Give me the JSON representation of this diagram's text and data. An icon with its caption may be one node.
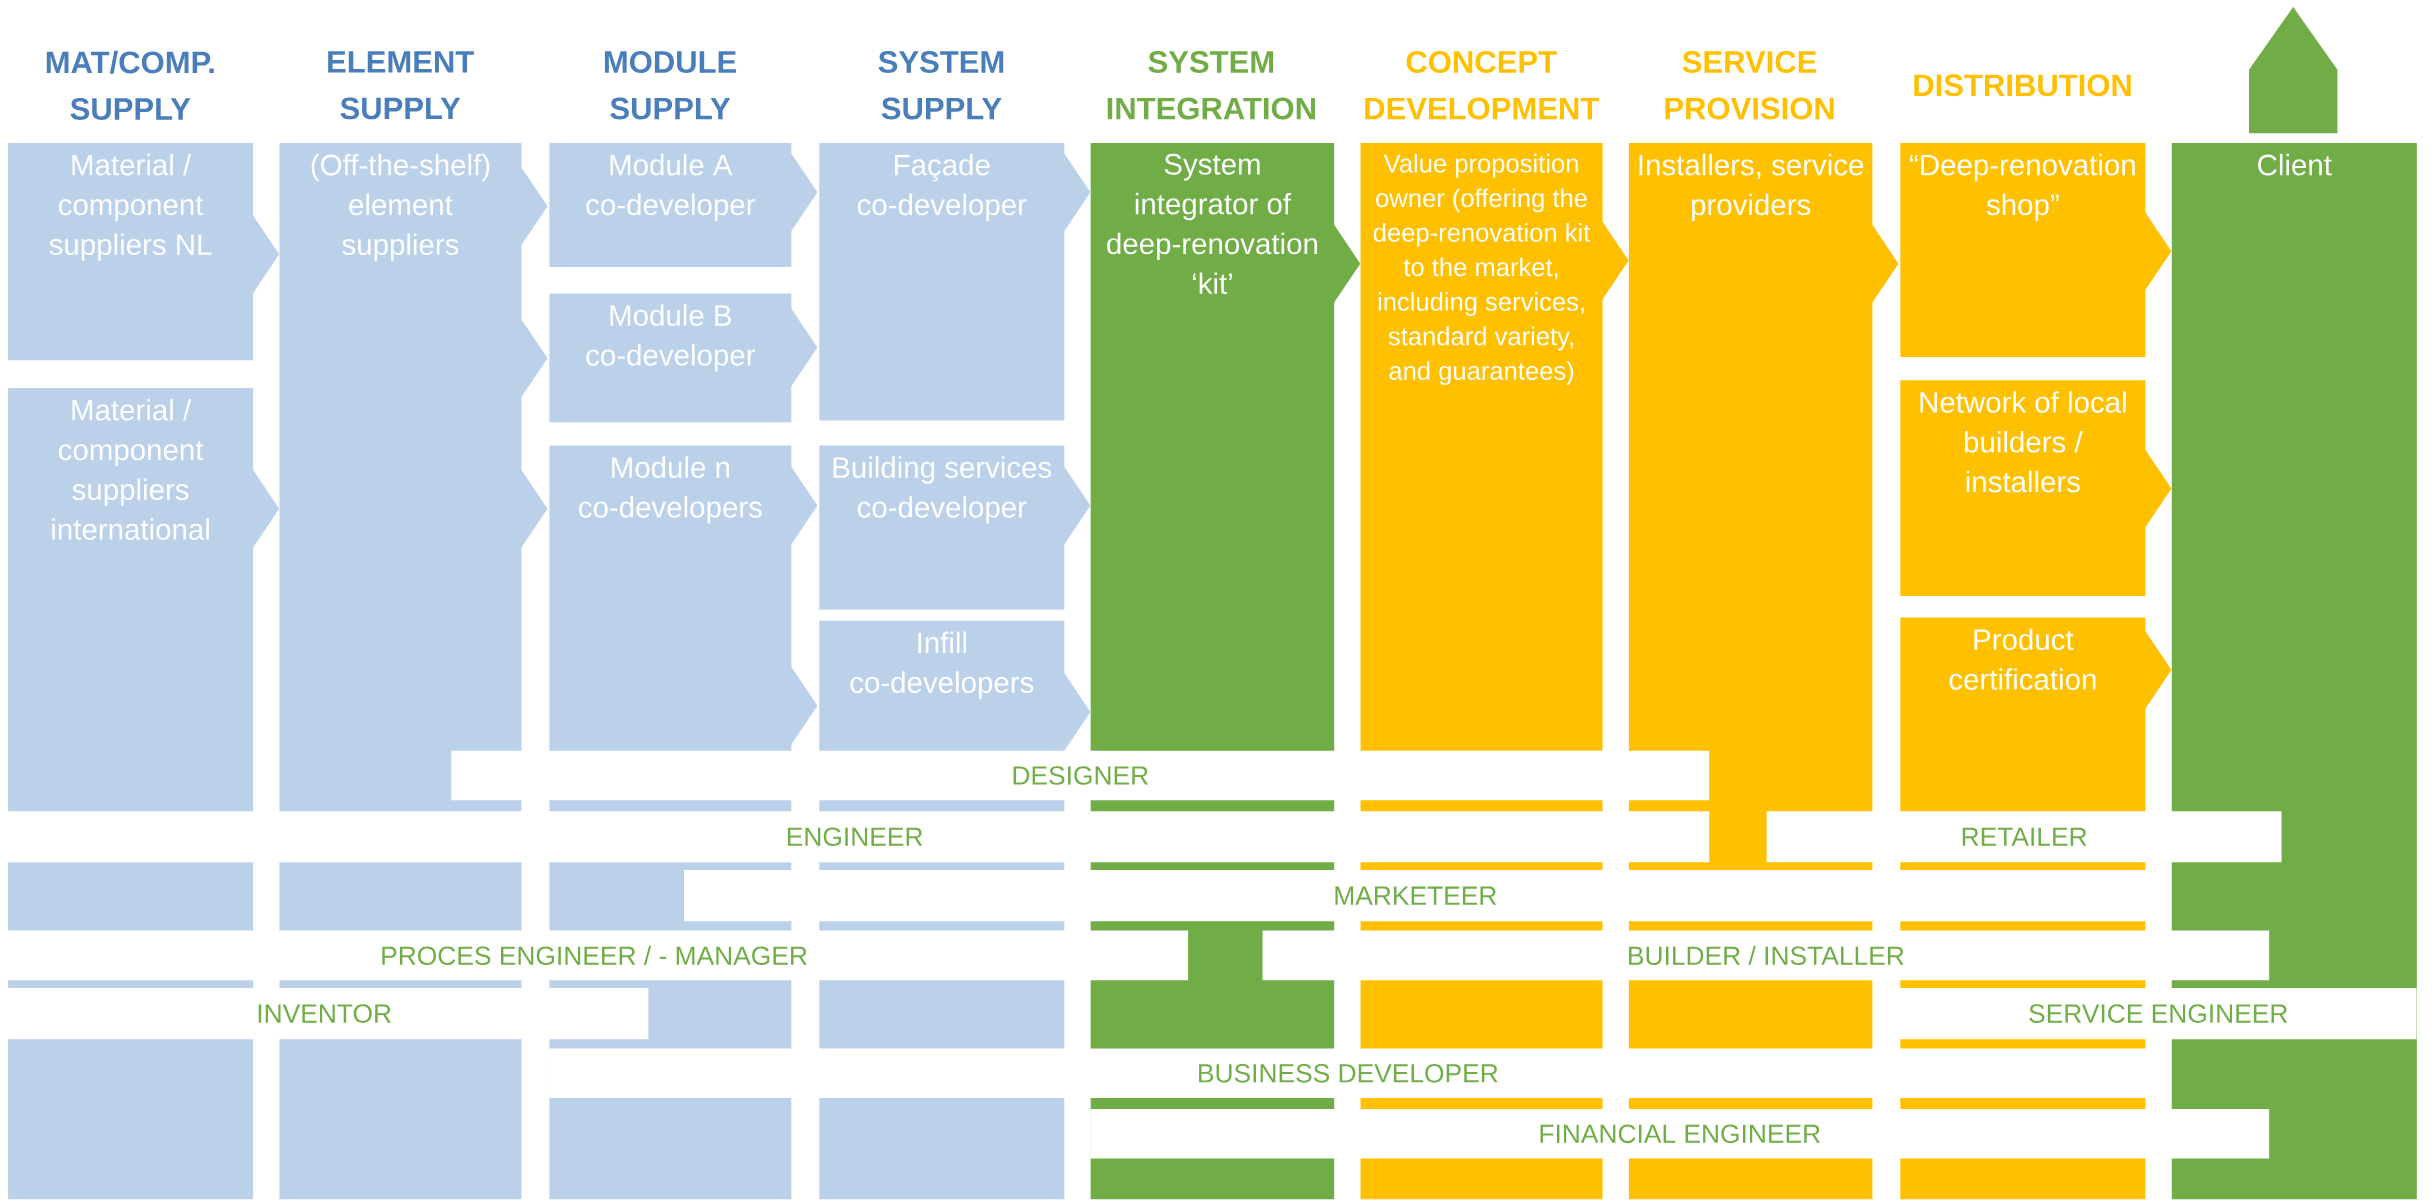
{
  "diagram": {
    "nodes": [
      {
        "text": [
          "Material / component suppliers NL"
        ]
      },
      {
        "text": [
          "Material / component suppliers international"
        ]
      },
      {
        "text": [
          "(Off-the-shelf) element suppliers"
        ]
      },
      {
        "text": [
          "Module A co-developer"
        ]
      },
      {
        "text": [
          "Module B co-developer"
        ]
      },
      {
        "text": [
          "Module n co-developers"
        ]
      },
      {
        "text": [
          "Façade co-developer"
        ]
      },
      {
        "text": [
          "Building services co-developer"
        ]
      },
      {
        "text": [
          "Infill co-developers"
        ]
      },
      {
        "text": [
          "System integrator of deep-renovation ‘kit’"
        ]
      },
      {
        "text": [
          "Value proposition owner (offering the deep-renovation kit to the market, including services, standard variety, and guarantees)"
        ]
      },
      {
        "text": [
          "Installers, service providers"
        ]
      },
      {
        "text": [
          "“Deep-renovation shop”"
        ]
      },
      {
        "text": [
          "Network of local builders / installers"
        ]
      },
      {
        "text": [
          "Product certification"
        ]
      },
      {
        "text": [
          "Client"
        ]
      },
      {
        "text": [
          "DESIGNER"
        ]
      },
      {
        "text": [
          "ENGINEER"
        ]
      },
      {
        "text": [
          "RETAILER"
        ]
      },
      {
        "text": [
          "MARKETEER"
        ]
      },
      {
        "text": [
          "PROCES ENGINEER / - MANAGER"
        ]
      },
      {
        "text": [
          "BUILDER / INSTALLER"
        ]
      },
      {
        "text": [
          "INVENTOR"
        ]
      },
      {
        "text": [
          "SERVICE ENGINEER"
        ]
      },
      {
        "text": [
          "BUSINESS DEVELOPER"
        ]
      },
      {
        "text": [
          "FINANCIAL ENGINEER"
        ]
      }
    ],
    "labels": [
      "MAT/COMP. SUPPLY",
      "ELEMENT SUPPLY",
      "MODULE SUPPLY",
      "SYSTEM SUPPLY",
      "SYSTEM INTEGRATION",
      "CONCEPT DEVELOPMENT",
      "SERVICE PROVISION",
      "DISTRIBUTION"
    ]
  }
}
